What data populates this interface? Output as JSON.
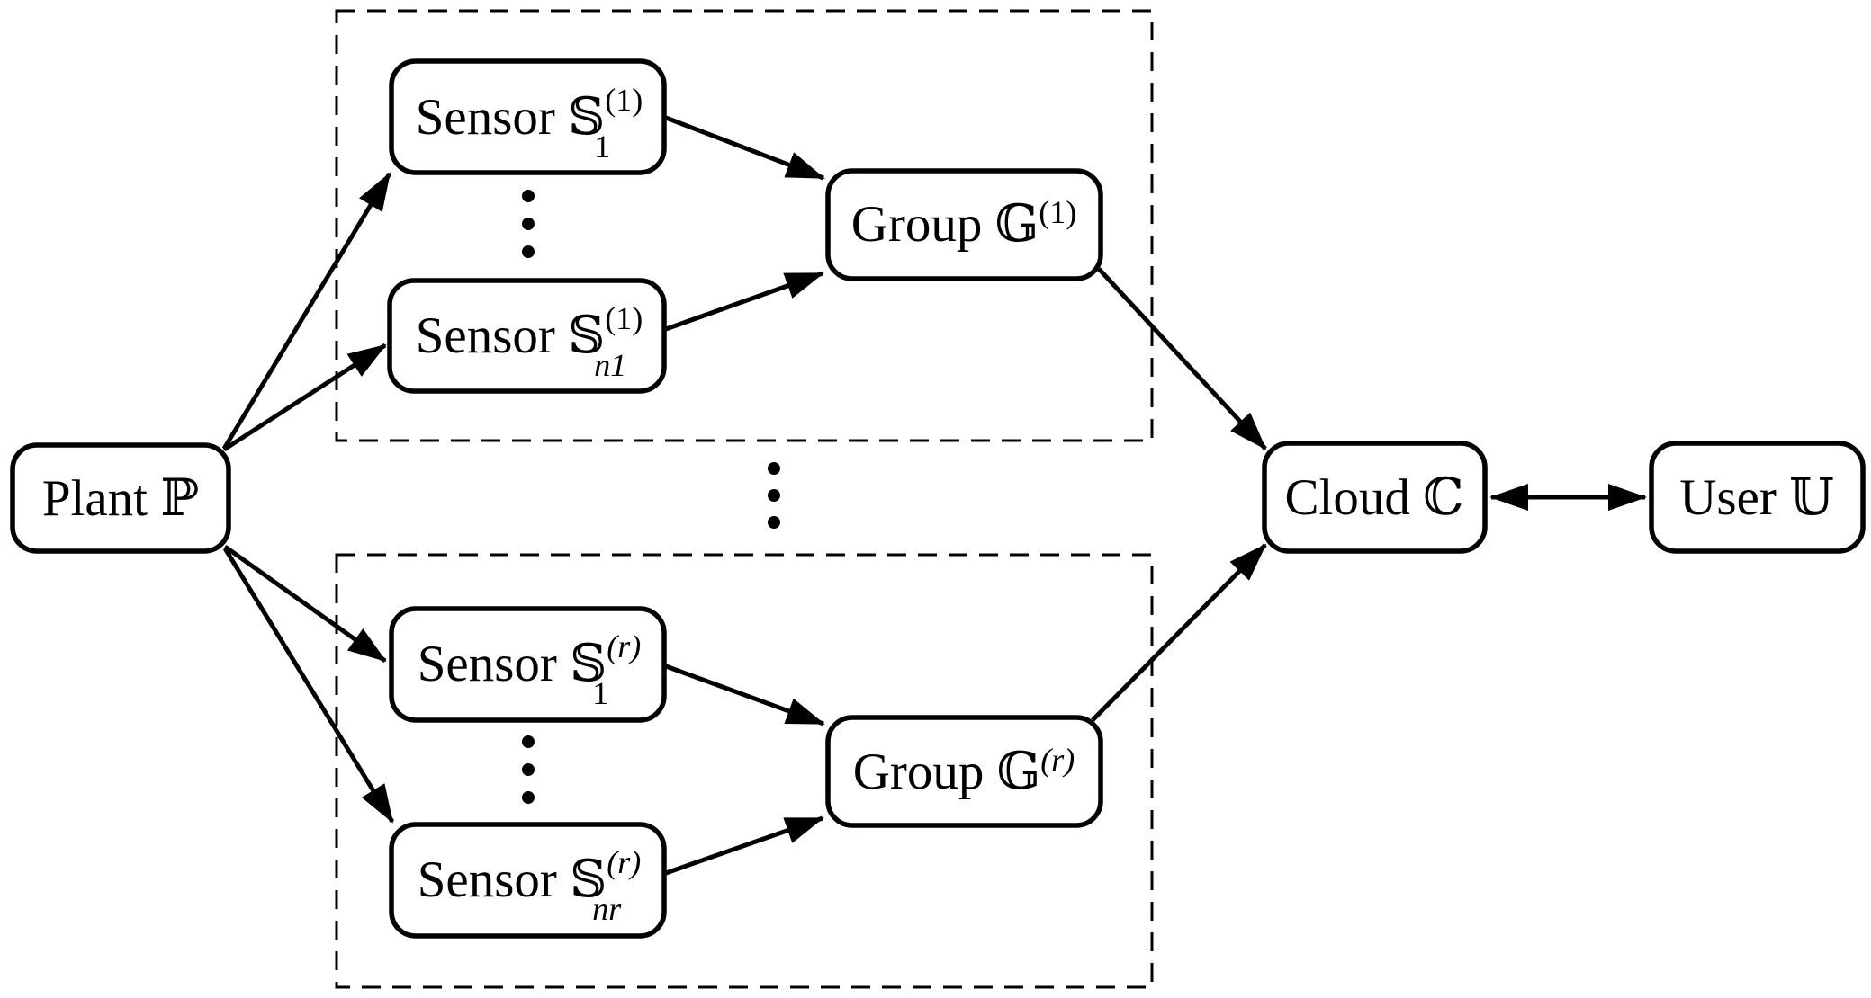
{
  "figure": {
    "background": "#ffffff",
    "line_color": "#000000",
    "nodes": {
      "plant": {
        "label": "Plant ℙ"
      },
      "sensor_1_1": {
        "prefix": "Sensor 𝕊",
        "sup": "(1)",
        "sub": "1"
      },
      "sensor_n1_1": {
        "prefix": "Sensor 𝕊",
        "sup": "(1)",
        "sub": "n1"
      },
      "group_1": {
        "prefix": "Group 𝔾",
        "sup": "(1)"
      },
      "sensor_1_r": {
        "prefix": "Sensor 𝕊",
        "sup": "(r)",
        "sub": "1"
      },
      "sensor_nr_r": {
        "prefix": "Sensor 𝕊",
        "sup": "(r)",
        "sub": "nr"
      },
      "group_r": {
        "prefix": "Group 𝔾",
        "sup": "(r)"
      },
      "cloud": {
        "label": "Cloud ℂ"
      },
      "user": {
        "label": "User 𝕌"
      }
    },
    "edges": [
      {
        "from": "plant",
        "to": "sensor_1_1",
        "style": "arrow"
      },
      {
        "from": "plant",
        "to": "sensor_n1_1",
        "style": "arrow"
      },
      {
        "from": "plant",
        "to": "sensor_1_r",
        "style": "arrow"
      },
      {
        "from": "plant",
        "to": "sensor_nr_r",
        "style": "arrow"
      },
      {
        "from": "sensor_1_1",
        "to": "group_1",
        "style": "arrow"
      },
      {
        "from": "sensor_n1_1",
        "to": "group_1",
        "style": "arrow"
      },
      {
        "from": "sensor_1_r",
        "to": "group_r",
        "style": "arrow"
      },
      {
        "from": "sensor_nr_r",
        "to": "group_r",
        "style": "arrow"
      },
      {
        "from": "group_1",
        "to": "cloud",
        "style": "arrow"
      },
      {
        "from": "group_r",
        "to": "cloud",
        "style": "arrow"
      },
      {
        "from": "cloud",
        "to": "user",
        "style": "double-arrow"
      }
    ],
    "clusters": [
      {
        "contains": [
          "sensor_1_1",
          "sensor_n1_1",
          "group_1"
        ]
      },
      {
        "contains": [
          "sensor_1_r",
          "sensor_nr_r",
          "group_r"
        ]
      }
    ]
  }
}
